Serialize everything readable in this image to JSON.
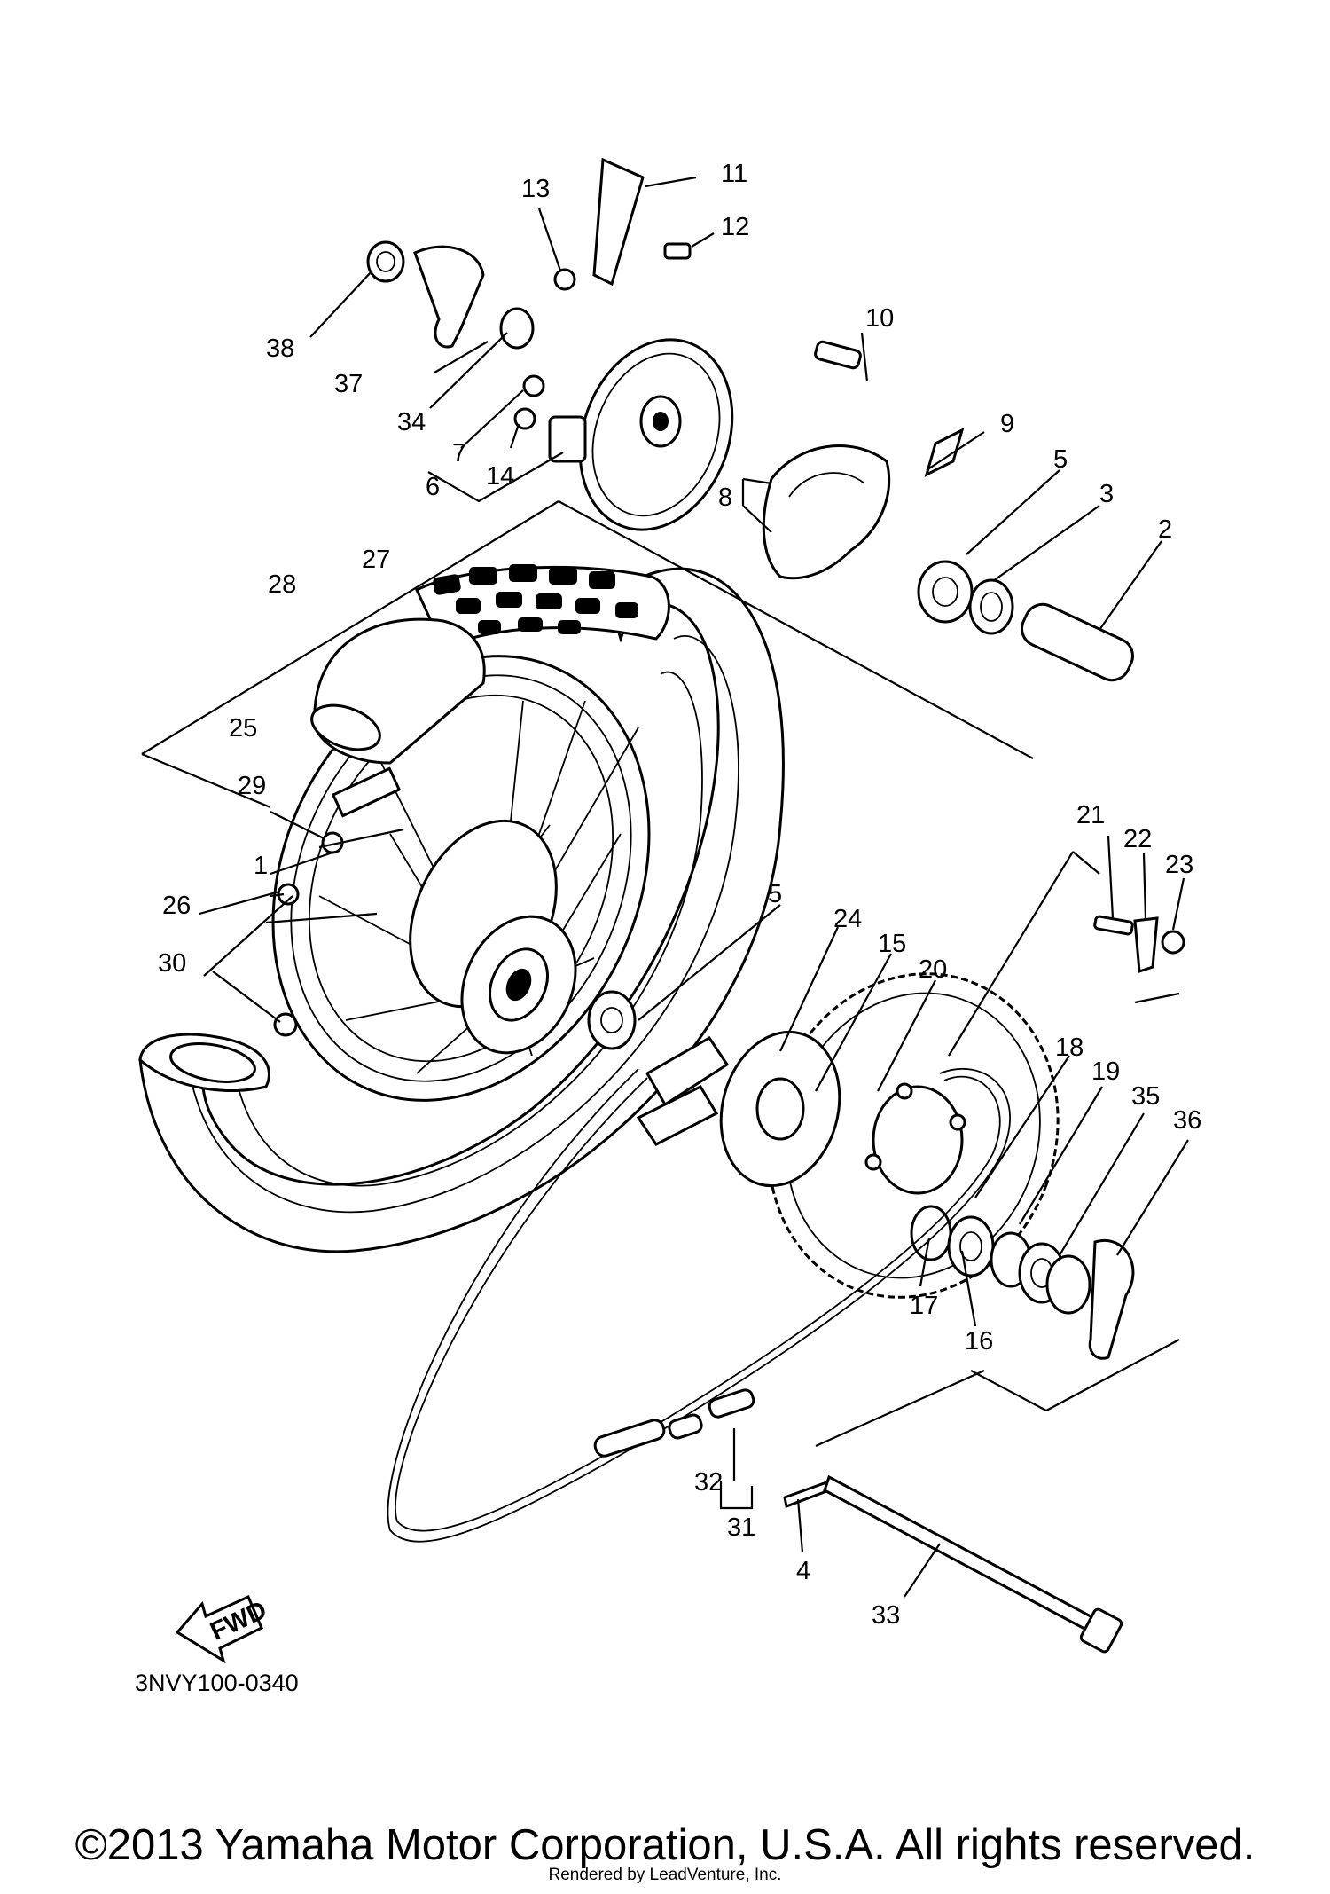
{
  "diagram": {
    "callouts": [
      "1",
      "2",
      "3",
      "4",
      "5",
      "5",
      "6",
      "7",
      "8",
      "9",
      "10",
      "11",
      "12",
      "13",
      "14",
      "15",
      "16",
      "17",
      "18",
      "19",
      "20",
      "21",
      "22",
      "23",
      "24",
      "25",
      "26",
      "27",
      "28",
      "29",
      "30",
      "31",
      "32",
      "33",
      "34",
      "35",
      "36",
      "37",
      "38"
    ],
    "fwd_label": "FWD",
    "diagram_code": "3NVY100-0340"
  },
  "footer": {
    "copyright": "©2013 Yamaha Motor Corporation, U.S.A. All rights reserved.",
    "rendered_by": "Rendered by LeadVenture, Inc."
  }
}
